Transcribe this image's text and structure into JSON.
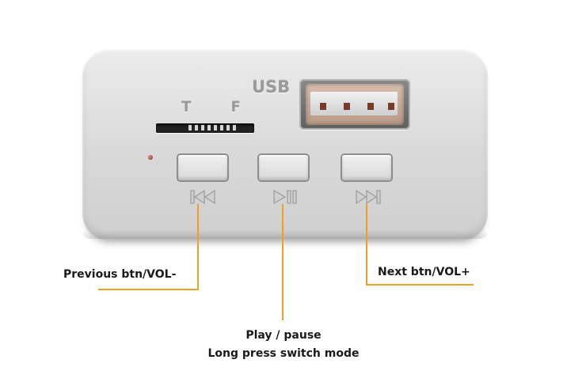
{
  "device": {
    "usb_label": "USB",
    "tf_label": "T F",
    "buttons": [
      {
        "id": "previous",
        "icon": "skip-back-icon"
      },
      {
        "id": "play-pause",
        "icon": "play-pause-icon"
      },
      {
        "id": "next",
        "icon": "skip-forward-icon"
      }
    ],
    "led_color": "#8a2b1a"
  },
  "callouts": {
    "previous": "Previous btn/VOL-",
    "next": "Next btn/VOL+",
    "play_line1": "Play / pause",
    "play_line2": "Long press switch mode"
  },
  "colors": {
    "callout_line": "#f0a020",
    "panel": "#dcdcdc",
    "text": "#1a1a1a"
  }
}
